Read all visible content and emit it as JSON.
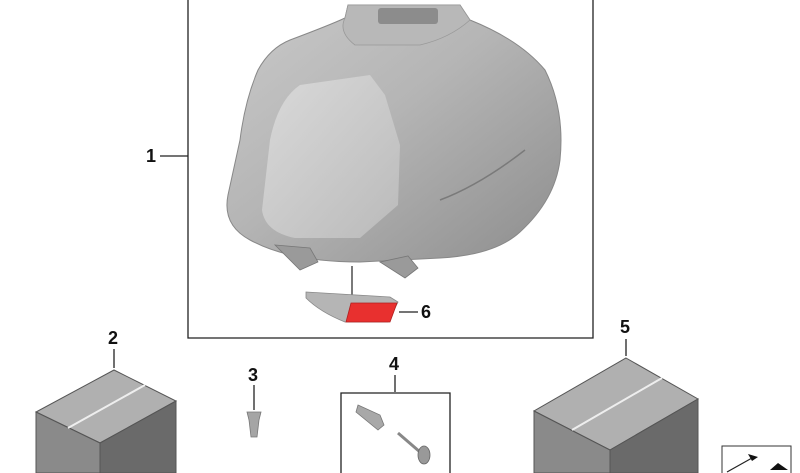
{
  "diagram": {
    "type": "exploded parts diagram",
    "callouts": [
      {
        "id": "1",
        "label": "1",
        "part": "case"
      },
      {
        "id": "2",
        "label": "2",
        "part": "box-part"
      },
      {
        "id": "3",
        "label": "3",
        "part": "screw"
      },
      {
        "id": "4",
        "label": "4",
        "part": "lock-cylinder-and-key-set"
      },
      {
        "id": "5",
        "label": "5",
        "part": "box-part"
      },
      {
        "id": "6",
        "label": "6",
        "part": "reflector"
      }
    ],
    "colors": {
      "reflector": "#e8302f",
      "case_light": "#d4d4d4",
      "case_dark": "#8f8f8f",
      "box_top": "#b0b0b0",
      "box_left": "#8a8a8a",
      "box_right": "#6a6a6a",
      "line": "#222222"
    }
  }
}
